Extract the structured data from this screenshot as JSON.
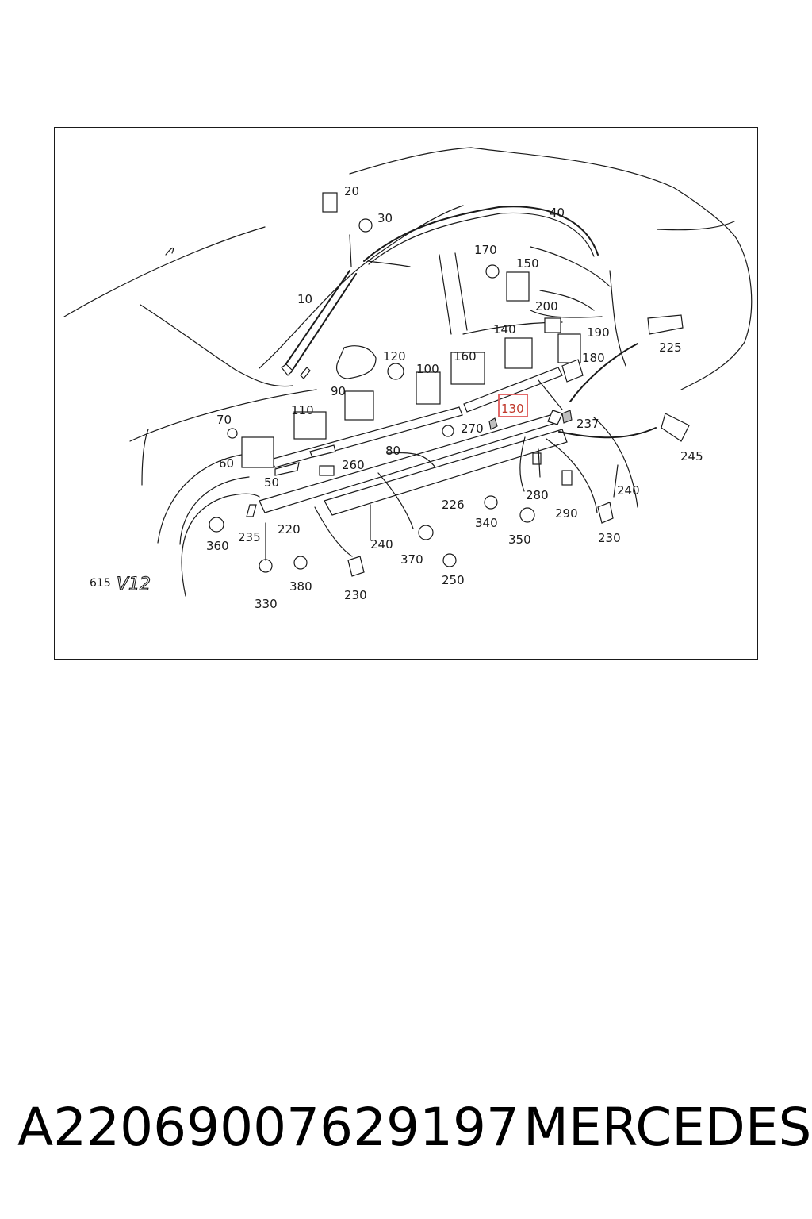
{
  "diagram": {
    "model_badge_number": "615",
    "model_badge_text": "V12",
    "highlight_color": "#e05a5a",
    "callouts": [
      {
        "id": "c10",
        "label": "10"
      },
      {
        "id": "c20",
        "label": "20"
      },
      {
        "id": "c30",
        "label": "30"
      },
      {
        "id": "c40",
        "label": "40"
      },
      {
        "id": "c50",
        "label": "50"
      },
      {
        "id": "c60",
        "label": "60"
      },
      {
        "id": "c70",
        "label": "70"
      },
      {
        "id": "c80",
        "label": "80"
      },
      {
        "id": "c90",
        "label": "90"
      },
      {
        "id": "c100",
        "label": "100"
      },
      {
        "id": "c110",
        "label": "110"
      },
      {
        "id": "c120",
        "label": "120"
      },
      {
        "id": "c130",
        "label": "130",
        "highlighted": true
      },
      {
        "id": "c140",
        "label": "140"
      },
      {
        "id": "c150",
        "label": "150"
      },
      {
        "id": "c160",
        "label": "160"
      },
      {
        "id": "c170",
        "label": "170"
      },
      {
        "id": "c180",
        "label": "180"
      },
      {
        "id": "c190",
        "label": "190"
      },
      {
        "id": "c200",
        "label": "200"
      },
      {
        "id": "c220",
        "label": "220"
      },
      {
        "id": "c225",
        "label": "225"
      },
      {
        "id": "c226",
        "label": "226"
      },
      {
        "id": "c230a",
        "label": "230"
      },
      {
        "id": "c230b",
        "label": "230"
      },
      {
        "id": "c235",
        "label": "235"
      },
      {
        "id": "c237",
        "label": "237"
      },
      {
        "id": "c240a",
        "label": "240"
      },
      {
        "id": "c240b",
        "label": "240"
      },
      {
        "id": "c245",
        "label": "245"
      },
      {
        "id": "c250",
        "label": "250"
      },
      {
        "id": "c260",
        "label": "260"
      },
      {
        "id": "c270",
        "label": "270"
      },
      {
        "id": "c280",
        "label": "280"
      },
      {
        "id": "c290",
        "label": "290"
      },
      {
        "id": "c330",
        "label": "330"
      },
      {
        "id": "c340",
        "label": "340"
      },
      {
        "id": "c350",
        "label": "350"
      },
      {
        "id": "c360",
        "label": "360"
      },
      {
        "id": "c370",
        "label": "370"
      },
      {
        "id": "c380",
        "label": "380"
      }
    ]
  },
  "footer": {
    "part_number": "A22069007629197",
    "brand": "MERCEDES"
  }
}
